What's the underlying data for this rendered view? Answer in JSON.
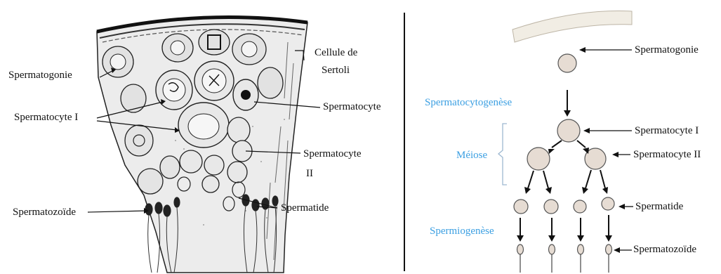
{
  "left_panel": {
    "labels": {
      "spermatogonie": "Spermatogonie",
      "cellule_sertoli_l1": "Cellule de",
      "cellule_sertoli_l2": "Sertoli",
      "spermatocyte_i": "Spermatocyte I",
      "spermatocyte": "Spermatocyte",
      "spermatocyte_ii_l1": "Spermatocyte",
      "spermatocyte_ii_l2": "II",
      "spermatozoide": "Spermatozoïde",
      "spermatide": "Spermatide"
    }
  },
  "right_panel": {
    "labels": {
      "spermatogonie": "Spermatogonie",
      "spermatocyte_i": "Spermatocyte I",
      "spermatocyte_ii": "Spermatocyte II",
      "spermatide": "Spermatide",
      "spermatozoide": "Spermatozoïde"
    },
    "phases": {
      "spermatocytogenese": "Spermatocytogenèse",
      "meiose": "Méiose",
      "spermiogenese": "Spermiogenèse"
    },
    "colors": {
      "phase_text": "#3b9fe2",
      "cell_fill": "#e6dcd3",
      "cell_stroke": "#555555"
    }
  }
}
